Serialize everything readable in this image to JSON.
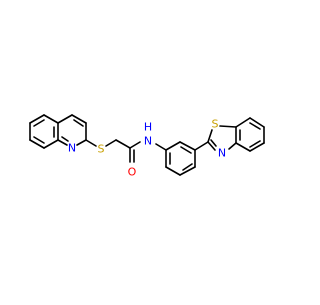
{
  "molecule": {
    "atom_labels": {
      "N_quinoline": "N",
      "S_thioether": "S",
      "O_carbonyl": "O",
      "N_amide": "N",
      "H_amide": "H",
      "S_thiazole": "S",
      "N_thiazole": "N"
    },
    "colors": {
      "bond": "#000000",
      "nitrogen": "#0000ff",
      "sulfur": "#c8a000",
      "oxygen": "#ff0000",
      "background": "#ffffff"
    }
  }
}
